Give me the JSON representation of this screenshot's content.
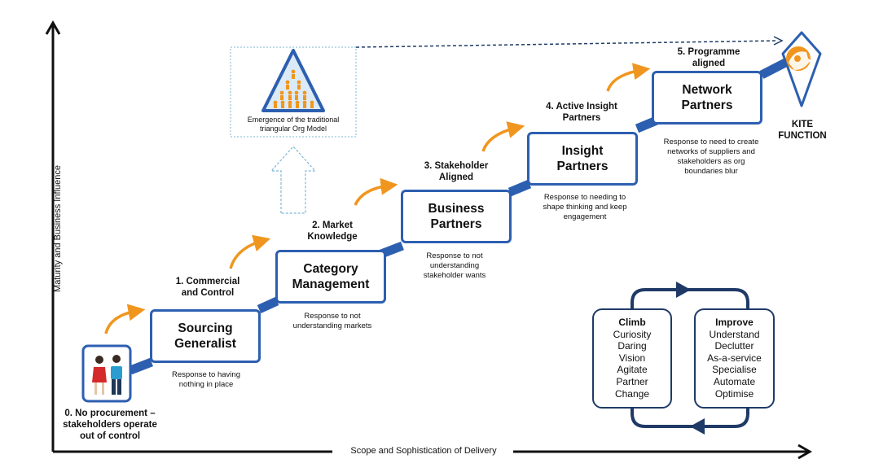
{
  "axes": {
    "y_label": "Maturity and Business Influence",
    "x_label": "Scope and Sophistication of Delivery"
  },
  "stages": [
    {
      "num_label": "0. No procurement – stakeholders operate out of control"
    },
    {
      "num_label": "1. Commercial and Control",
      "box_title": "Sourcing Generalist",
      "response": "Response to having nothing in place"
    },
    {
      "num_label": "2. Market Knowledge",
      "box_title": "Category Management",
      "response": "Response to not understanding markets"
    },
    {
      "num_label": "3. Stakeholder Aligned",
      "box_title": "Business Partners",
      "response": "Response to not understanding stakeholder wants"
    },
    {
      "num_label": "4. Active Insight Partners",
      "box_title": "Insight Partners",
      "response": "Response to needing to shape thinking and keep engagement"
    },
    {
      "num_label": "5. Programme aligned",
      "box_title": "Network Partners",
      "response": "Response to need to create networks of suppliers and stakeholders as org boundaries blur"
    }
  ],
  "emergence": "Emergence of the traditional triangular Org Model",
  "kite": "KITE FUNCTION",
  "cycle": {
    "climb": {
      "title": "Climb",
      "items": [
        "Curiosity",
        "Daring",
        "Vision",
        "Agitate",
        "Partner",
        "Change"
      ]
    },
    "improve": {
      "title": "Improve",
      "items": [
        "Understand",
        "Declutter",
        "As-a-service",
        "Specialise",
        "Automate",
        "Optimise"
      ]
    }
  },
  "colors": {
    "blue": "#2d5fb0",
    "orange": "#f0961e",
    "navy": "#1f3a66"
  }
}
